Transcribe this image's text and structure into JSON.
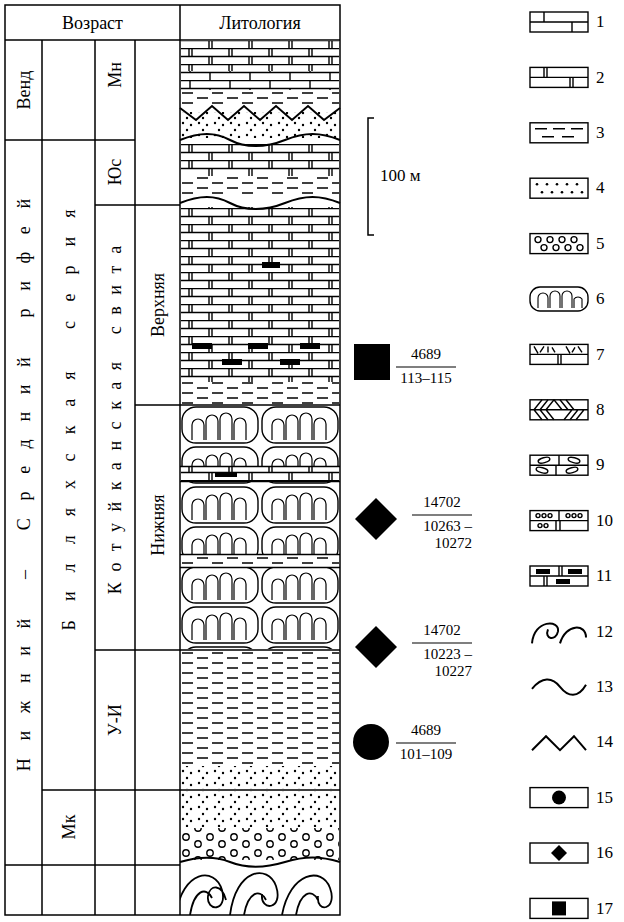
{
  "diagram": {
    "nodes": [
      {
        "text": [
          "Возраст"
        ]
      },
      {
        "text": [
          "Литология"
        ]
      },
      {
        "text": [
          "Венд"
        ]
      },
      {
        "text": [
          "Нижний – Средний рифей"
        ]
      },
      {
        "text": [
          "Билляхская серия"
        ]
      },
      {
        "text": [
          "Мн"
        ]
      },
      {
        "text": [
          "Юс"
        ]
      },
      {
        "text": [
          "Котуйканская свита"
        ]
      },
      {
        "text": [
          "Верхняя"
        ]
      },
      {
        "text": [
          "Нижняя"
        ]
      },
      {
        "text": [
          "У-И"
        ]
      },
      {
        "text": [
          "Мк"
        ]
      }
    ],
    "labels": [
      "100 м",
      "4689",
      "113–115",
      "14702",
      "10263 –10272",
      "14702",
      "10223 –10227",
      "4689",
      "101–109"
    ],
    "legend": [
      {
        "text": "1"
      },
      {
        "text": "2"
      },
      {
        "text": "3"
      },
      {
        "text": "4"
      },
      {
        "text": "5"
      },
      {
        "text": "6"
      },
      {
        "text": "7"
      },
      {
        "text": "8"
      },
      {
        "text": "9"
      },
      {
        "text": "10"
      },
      {
        "text": "11"
      },
      {
        "text": "12"
      },
      {
        "text": "13"
      },
      {
        "text": "14"
      },
      {
        "text": "15"
      },
      {
        "text": "16"
      },
      {
        "text": "17"
      }
    ]
  }
}
